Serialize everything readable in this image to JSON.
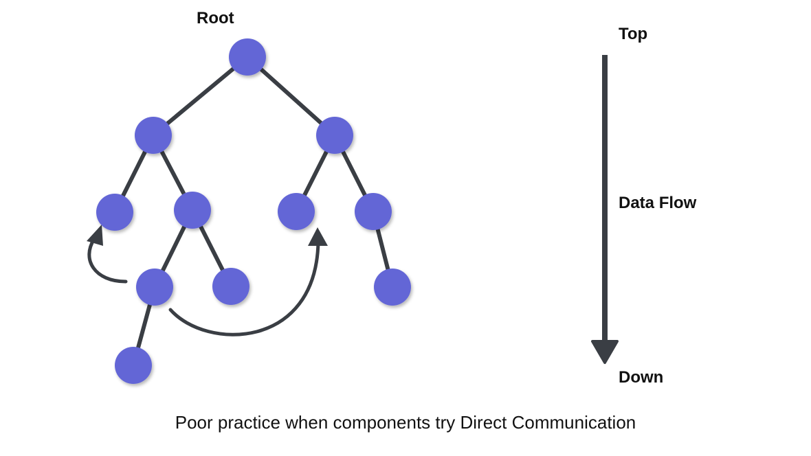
{
  "labels": {
    "root": "Root",
    "top": "Top",
    "data_flow": "Data Flow",
    "down": "Down"
  },
  "caption": "Poor practice when components try Direct Communication",
  "colors": {
    "node": "#6366d6",
    "edge": "#3a3e44",
    "arrow": "#3a3e44",
    "text": "#111111"
  }
}
